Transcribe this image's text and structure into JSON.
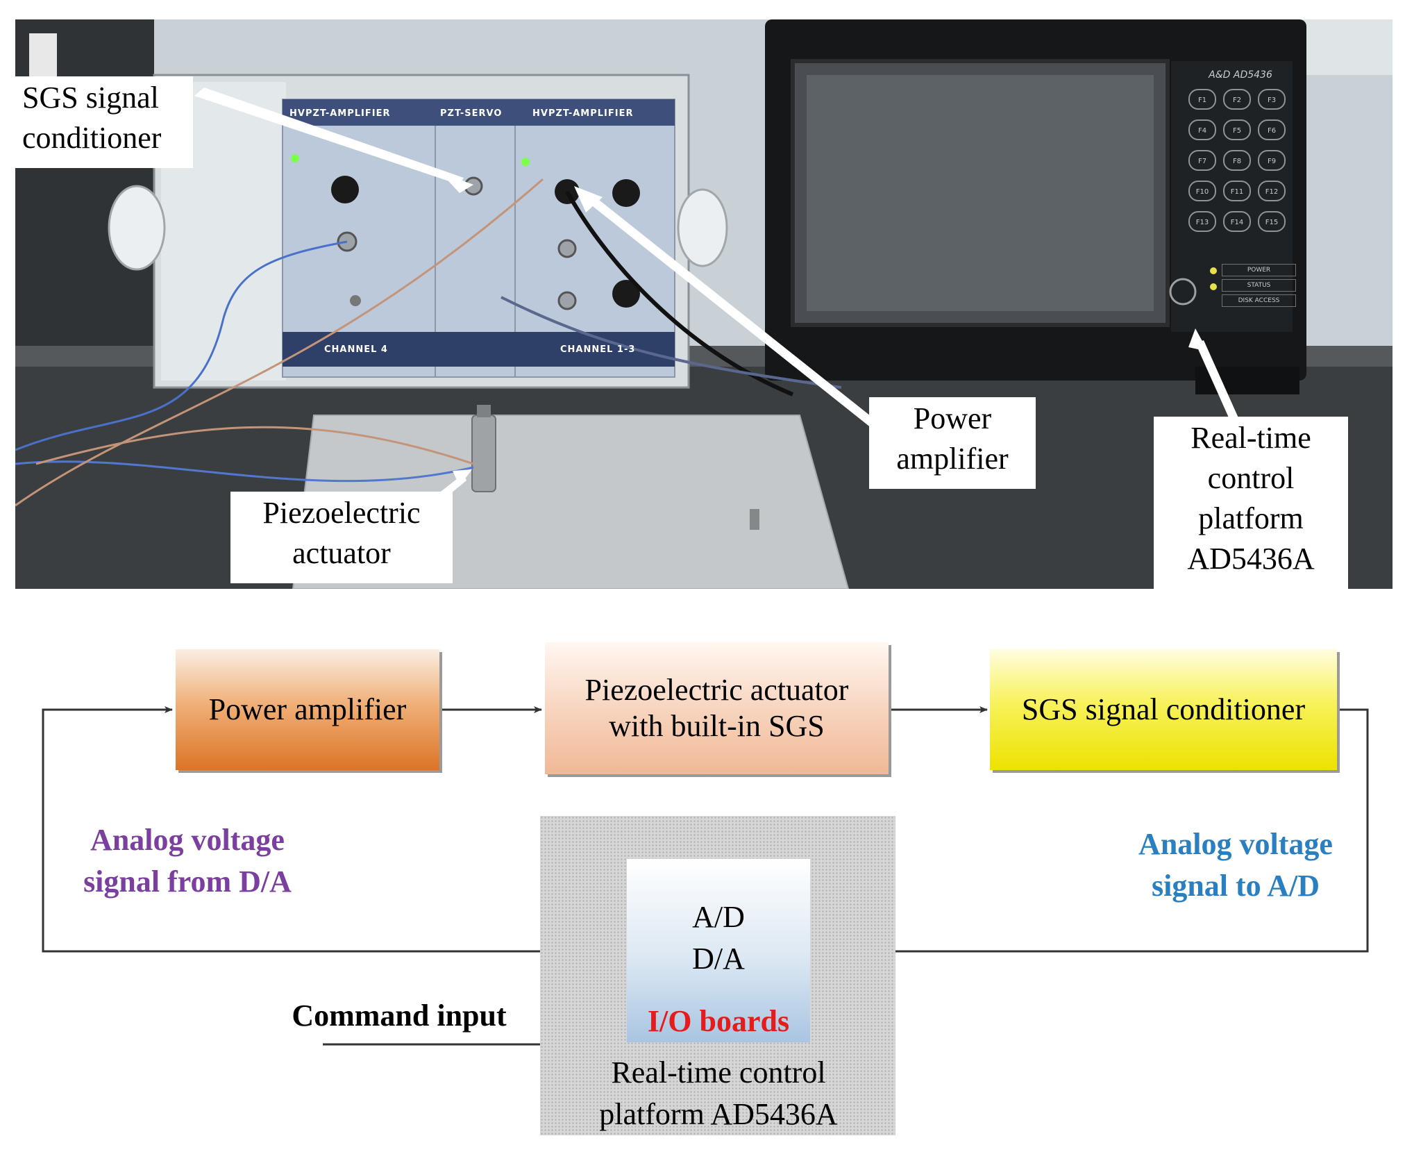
{
  "photo": {
    "callouts": {
      "sgs_conditioner": "SGS signal\nconditioner",
      "power_amplifier": "Power\namplifier",
      "piezo_actuator": "Piezoelectric\nactuator",
      "realtime_platform": "Real-time\ncontrol\nplatform\nAD5436A"
    },
    "device_labels": {
      "channel_4": "CHANNEL 4",
      "channel_1_3": "CHANNEL 1-3",
      "hvpzt_left": "HVPZT-AMPLIFIER",
      "pzt_servo": "PZT-SERVO",
      "hvpzt_right": "HVPZT-AMPLIFIER",
      "controller_brand": "A&D AD5436",
      "keypad": [
        "F1",
        "F2",
        "F3",
        "F4",
        "F5",
        "F6",
        "F7",
        "F8",
        "F9",
        "F10",
        "F11",
        "F12",
        "F13",
        "F14",
        "F15"
      ],
      "status_leds": [
        "POWER",
        "STATUS",
        "DISK ACCESS"
      ]
    }
  },
  "diagram": {
    "blocks": {
      "power_amplifier": "Power amplifier",
      "piezo_actuator": "Piezoelectric actuator\nwith built-in SGS",
      "sgs_conditioner": "SGS signal conditioner"
    },
    "io_box": {
      "adc": "A/D",
      "dac": "D/A",
      "boards_label": "I/O boards"
    },
    "platform_label": "Real-time control\nplatform AD5436A",
    "signal_labels": {
      "from_da": "Analog voltage\nsignal from D/A",
      "to_ad": "Analog voltage\nsignal to A/D",
      "command": "Command input"
    },
    "colors": {
      "from_da_label": "#7b3fa0",
      "to_ad_label": "#2a7fc0",
      "io_boards_label": "#e41c1c",
      "line": "#333333"
    }
  }
}
